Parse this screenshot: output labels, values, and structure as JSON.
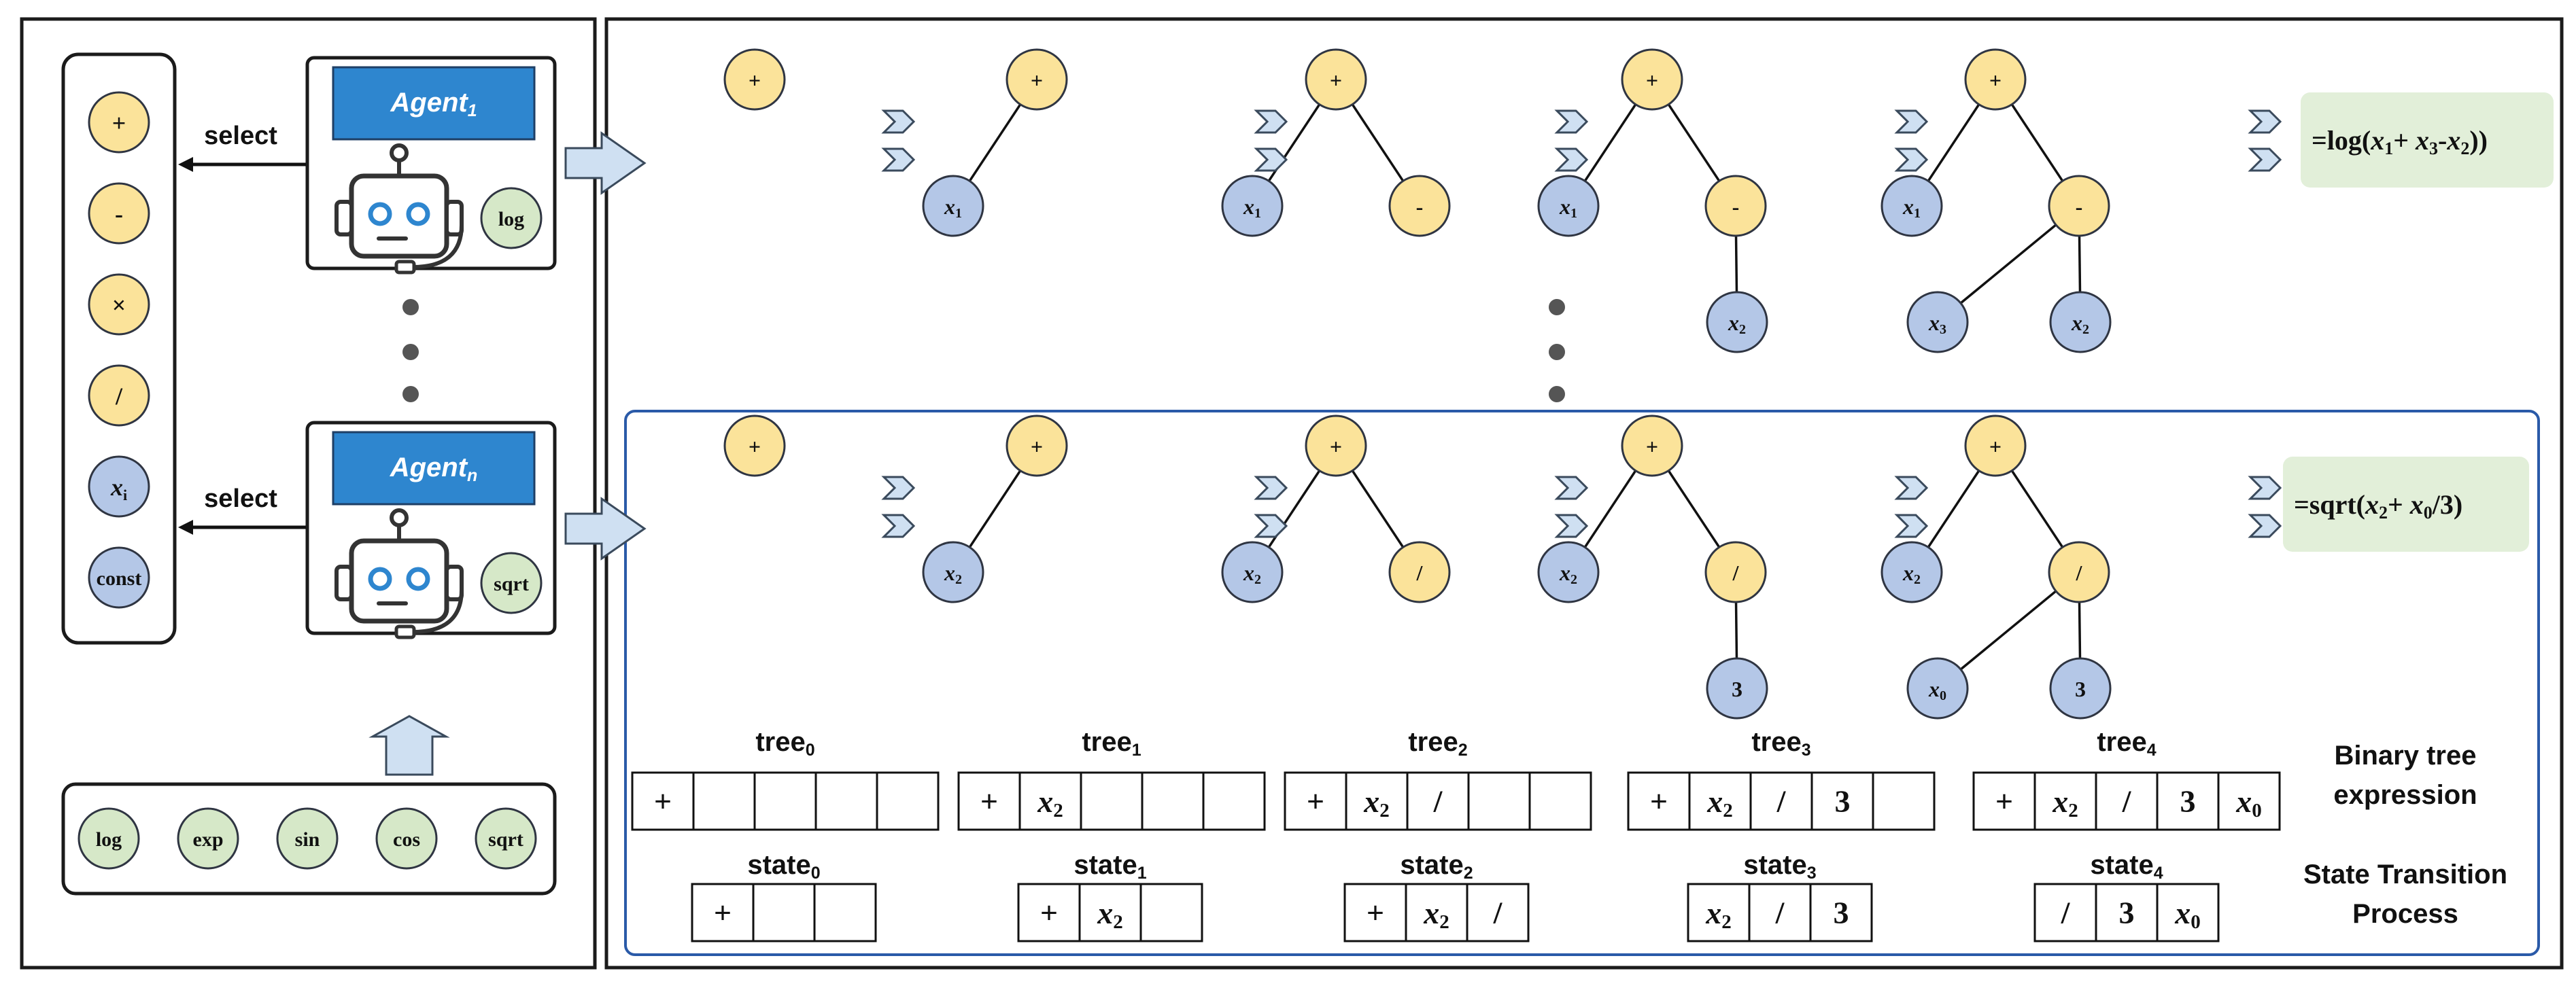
{
  "colors": {
    "operator_fill": "#fbe39a",
    "variable_fill": "#b4c7e7",
    "function_fill": "#d6e8c8",
    "node_stroke": "#2f3542",
    "agent_header": "#2e86cf",
    "arrow_fill": "#cfe0f2",
    "arrow_stroke": "#3a4a5c",
    "expr_box": "#e2efd9",
    "frame": "#1b1b1b",
    "blue_frame": "#2a5aa8",
    "robot_eye": "#2e86cf"
  },
  "left_panel": {
    "operator_column": [
      {
        "label": "+",
        "kind": "operator"
      },
      {
        "label": "-",
        "kind": "operator"
      },
      {
        "label": "×",
        "kind": "operator"
      },
      {
        "label": "/",
        "kind": "operator"
      },
      {
        "label": "x",
        "sub": "i",
        "kind": "variable"
      },
      {
        "label": "const",
        "kind": "variable"
      }
    ],
    "agents": [
      {
        "name": "Agent",
        "sub": "1",
        "select_label": "select",
        "function": "log"
      },
      {
        "name": "Agent",
        "sub": "n",
        "select_label": "select",
        "function": "sqrt"
      }
    ],
    "function_row": [
      "log",
      "exp",
      "sin",
      "cos",
      "sqrt"
    ]
  },
  "rows": [
    {
      "steps": [
        {
          "nodes": [
            {
              "id": "a",
              "label": "+",
              "kind": "op"
            }
          ],
          "edges": []
        },
        {
          "nodes": [
            {
              "id": "a",
              "label": "+",
              "kind": "op"
            },
            {
              "id": "b",
              "label": "x",
              "sub": "1",
              "kind": "var"
            }
          ],
          "edges": [
            [
              "a",
              "b"
            ]
          ]
        },
        {
          "nodes": [
            {
              "id": "a",
              "label": "+",
              "kind": "op"
            },
            {
              "id": "b",
              "label": "x",
              "sub": "1",
              "kind": "var"
            },
            {
              "id": "c",
              "label": "-",
              "kind": "op"
            }
          ],
          "edges": [
            [
              "a",
              "b"
            ],
            [
              "a",
              "c"
            ]
          ]
        },
        {
          "nodes": [
            {
              "id": "a",
              "label": "+",
              "kind": "op"
            },
            {
              "id": "b",
              "label": "x",
              "sub": "1",
              "kind": "var"
            },
            {
              "id": "c",
              "label": "-",
              "kind": "op"
            },
            {
              "id": "e",
              "label": "x",
              "sub": "2",
              "kind": "var"
            }
          ],
          "edges": [
            [
              "a",
              "b"
            ],
            [
              "a",
              "c"
            ],
            [
              "c",
              "e"
            ]
          ]
        },
        {
          "nodes": [
            {
              "id": "a",
              "label": "+",
              "kind": "op"
            },
            {
              "id": "b",
              "label": "x",
              "sub": "1",
              "kind": "var"
            },
            {
              "id": "c",
              "label": "-",
              "kind": "op"
            },
            {
              "id": "d",
              "label": "x",
              "sub": "3",
              "kind": "var"
            },
            {
              "id": "e",
              "label": "x",
              "sub": "2",
              "kind": "var"
            }
          ],
          "edges": [
            [
              "a",
              "b"
            ],
            [
              "a",
              "c"
            ],
            [
              "c",
              "d"
            ],
            [
              "c",
              "e"
            ]
          ]
        }
      ],
      "expression": [
        {
          "t": "=log("
        },
        {
          "t": "x",
          "i": true
        },
        {
          "t": "1",
          "sub": true
        },
        {
          "t": "+ "
        },
        {
          "t": "x",
          "i": true
        },
        {
          "t": "3",
          "sub": true
        },
        {
          "t": "-"
        },
        {
          "t": "x",
          "i": true
        },
        {
          "t": "2",
          "sub": true
        },
        {
          "t": "))"
        }
      ]
    },
    {
      "steps": [
        {
          "nodes": [
            {
              "id": "a",
              "label": "+",
              "kind": "op"
            }
          ],
          "edges": []
        },
        {
          "nodes": [
            {
              "id": "a",
              "label": "+",
              "kind": "op"
            },
            {
              "id": "b",
              "label": "x",
              "sub": "2",
              "kind": "var"
            }
          ],
          "edges": [
            [
              "a",
              "b"
            ]
          ]
        },
        {
          "nodes": [
            {
              "id": "a",
              "label": "+",
              "kind": "op"
            },
            {
              "id": "b",
              "label": "x",
              "sub": "2",
              "kind": "var"
            },
            {
              "id": "c",
              "label": "/",
              "kind": "op"
            }
          ],
          "edges": [
            [
              "a",
              "b"
            ],
            [
              "a",
              "c"
            ]
          ]
        },
        {
          "nodes": [
            {
              "id": "a",
              "label": "+",
              "kind": "op"
            },
            {
              "id": "b",
              "label": "x",
              "sub": "2",
              "kind": "var"
            },
            {
              "id": "c",
              "label": "/",
              "kind": "op"
            },
            {
              "id": "e",
              "label": "3",
              "kind": "var"
            }
          ],
          "edges": [
            [
              "a",
              "b"
            ],
            [
              "a",
              "c"
            ],
            [
              "c",
              "e"
            ]
          ]
        },
        {
          "nodes": [
            {
              "id": "a",
              "label": "+",
              "kind": "op"
            },
            {
              "id": "b",
              "label": "x",
              "sub": "2",
              "kind": "var"
            },
            {
              "id": "c",
              "label": "/",
              "kind": "op"
            },
            {
              "id": "d",
              "label": "x",
              "sub": "0",
              "kind": "var"
            },
            {
              "id": "e",
              "label": "3",
              "kind": "var"
            }
          ],
          "edges": [
            [
              "a",
              "b"
            ],
            [
              "a",
              "c"
            ],
            [
              "c",
              "d"
            ],
            [
              "c",
              "e"
            ]
          ]
        }
      ],
      "expression": [
        {
          "t": "=sqrt("
        },
        {
          "t": "x",
          "i": true
        },
        {
          "t": "2",
          "sub": true
        },
        {
          "t": "+ "
        },
        {
          "t": "x",
          "i": true
        },
        {
          "t": "0",
          "sub": true
        },
        {
          "t": "/3)"
        }
      ]
    }
  ],
  "trees": [
    {
      "name": "tree",
      "sub": "0",
      "cells": [
        "+",
        "",
        "",
        "",
        ""
      ]
    },
    {
      "name": "tree",
      "sub": "1",
      "cells": [
        "+",
        "x2",
        "",
        "",
        ""
      ]
    },
    {
      "name": "tree",
      "sub": "2",
      "cells": [
        "+",
        "x2",
        "/",
        "",
        ""
      ]
    },
    {
      "name": "tree",
      "sub": "3",
      "cells": [
        "+",
        "x2",
        "/",
        "3",
        ""
      ]
    },
    {
      "name": "tree",
      "sub": "4",
      "cells": [
        "+",
        "x2",
        "/",
        "3",
        "x0"
      ]
    }
  ],
  "states": [
    {
      "name": "state",
      "sub": "0",
      "cells": [
        "+",
        "",
        ""
      ]
    },
    {
      "name": "state",
      "sub": "1",
      "cells": [
        "+",
        "x2",
        ""
      ]
    },
    {
      "name": "state",
      "sub": "2",
      "cells": [
        "+",
        "x2",
        "/"
      ]
    },
    {
      "name": "state",
      "sub": "3",
      "cells": [
        "x2",
        "/",
        "3"
      ]
    },
    {
      "name": "state",
      "sub": "4",
      "cells": [
        "/",
        "3",
        "x0"
      ]
    }
  ],
  "labels": {
    "binary_tree": [
      "Binary tree",
      "expression"
    ],
    "state_transition": [
      "State Transition",
      "Process"
    ]
  }
}
